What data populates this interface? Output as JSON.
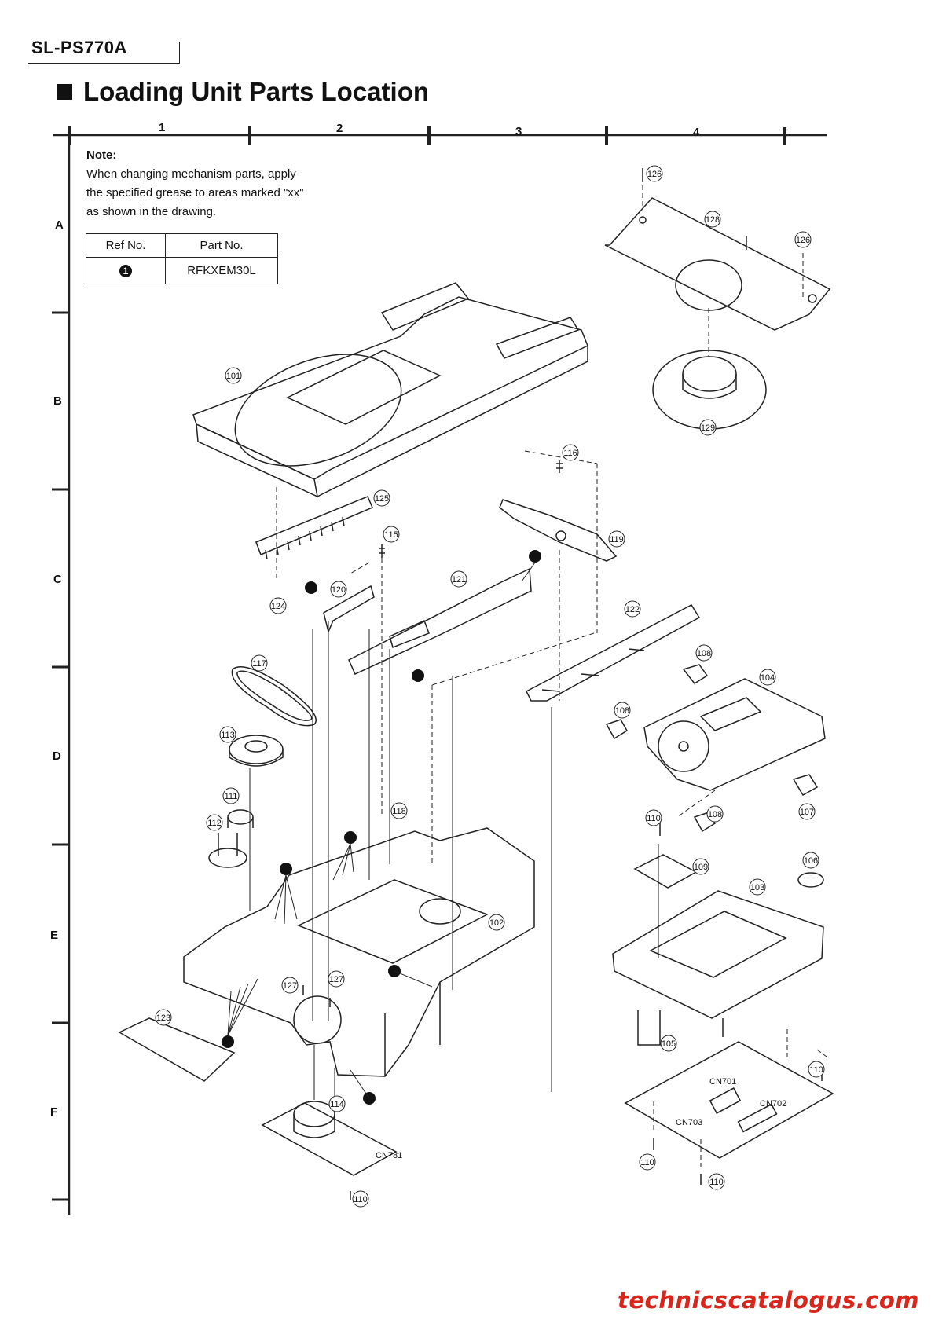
{
  "header": {
    "model": "SL-PS770A",
    "title": "Loading Unit Parts Location"
  },
  "grid": {
    "columns": [
      "1",
      "2",
      "3",
      "4"
    ],
    "rows": [
      "A",
      "B",
      "C",
      "D",
      "E",
      "F"
    ]
  },
  "note": {
    "heading": "Note:",
    "lines": [
      "When changing mechanism parts, apply",
      "the specified grease to areas marked \"xx\"",
      "as shown in the drawing."
    ]
  },
  "ref_table": {
    "headers": [
      "Ref No.",
      "Part No."
    ],
    "rows": [
      {
        "ref": "1",
        "part": "RFKXEM30L"
      }
    ]
  },
  "parts": [
    "101",
    "102",
    "103",
    "104",
    "105",
    "106",
    "107",
    "108",
    "109",
    "110",
    "111",
    "112",
    "113",
    "114",
    "115",
    "116",
    "117",
    "118",
    "119",
    "120",
    "121",
    "122",
    "123",
    "124",
    "125",
    "126",
    "127",
    "128",
    "129"
  ],
  "connectors": [
    "CN701",
    "CN702",
    "CN703",
    "CN781"
  ],
  "grease_mark": "1",
  "watermark": "technicscatalogus.com",
  "colors": {
    "line": "#222222",
    "watermark": "#d9261c"
  }
}
